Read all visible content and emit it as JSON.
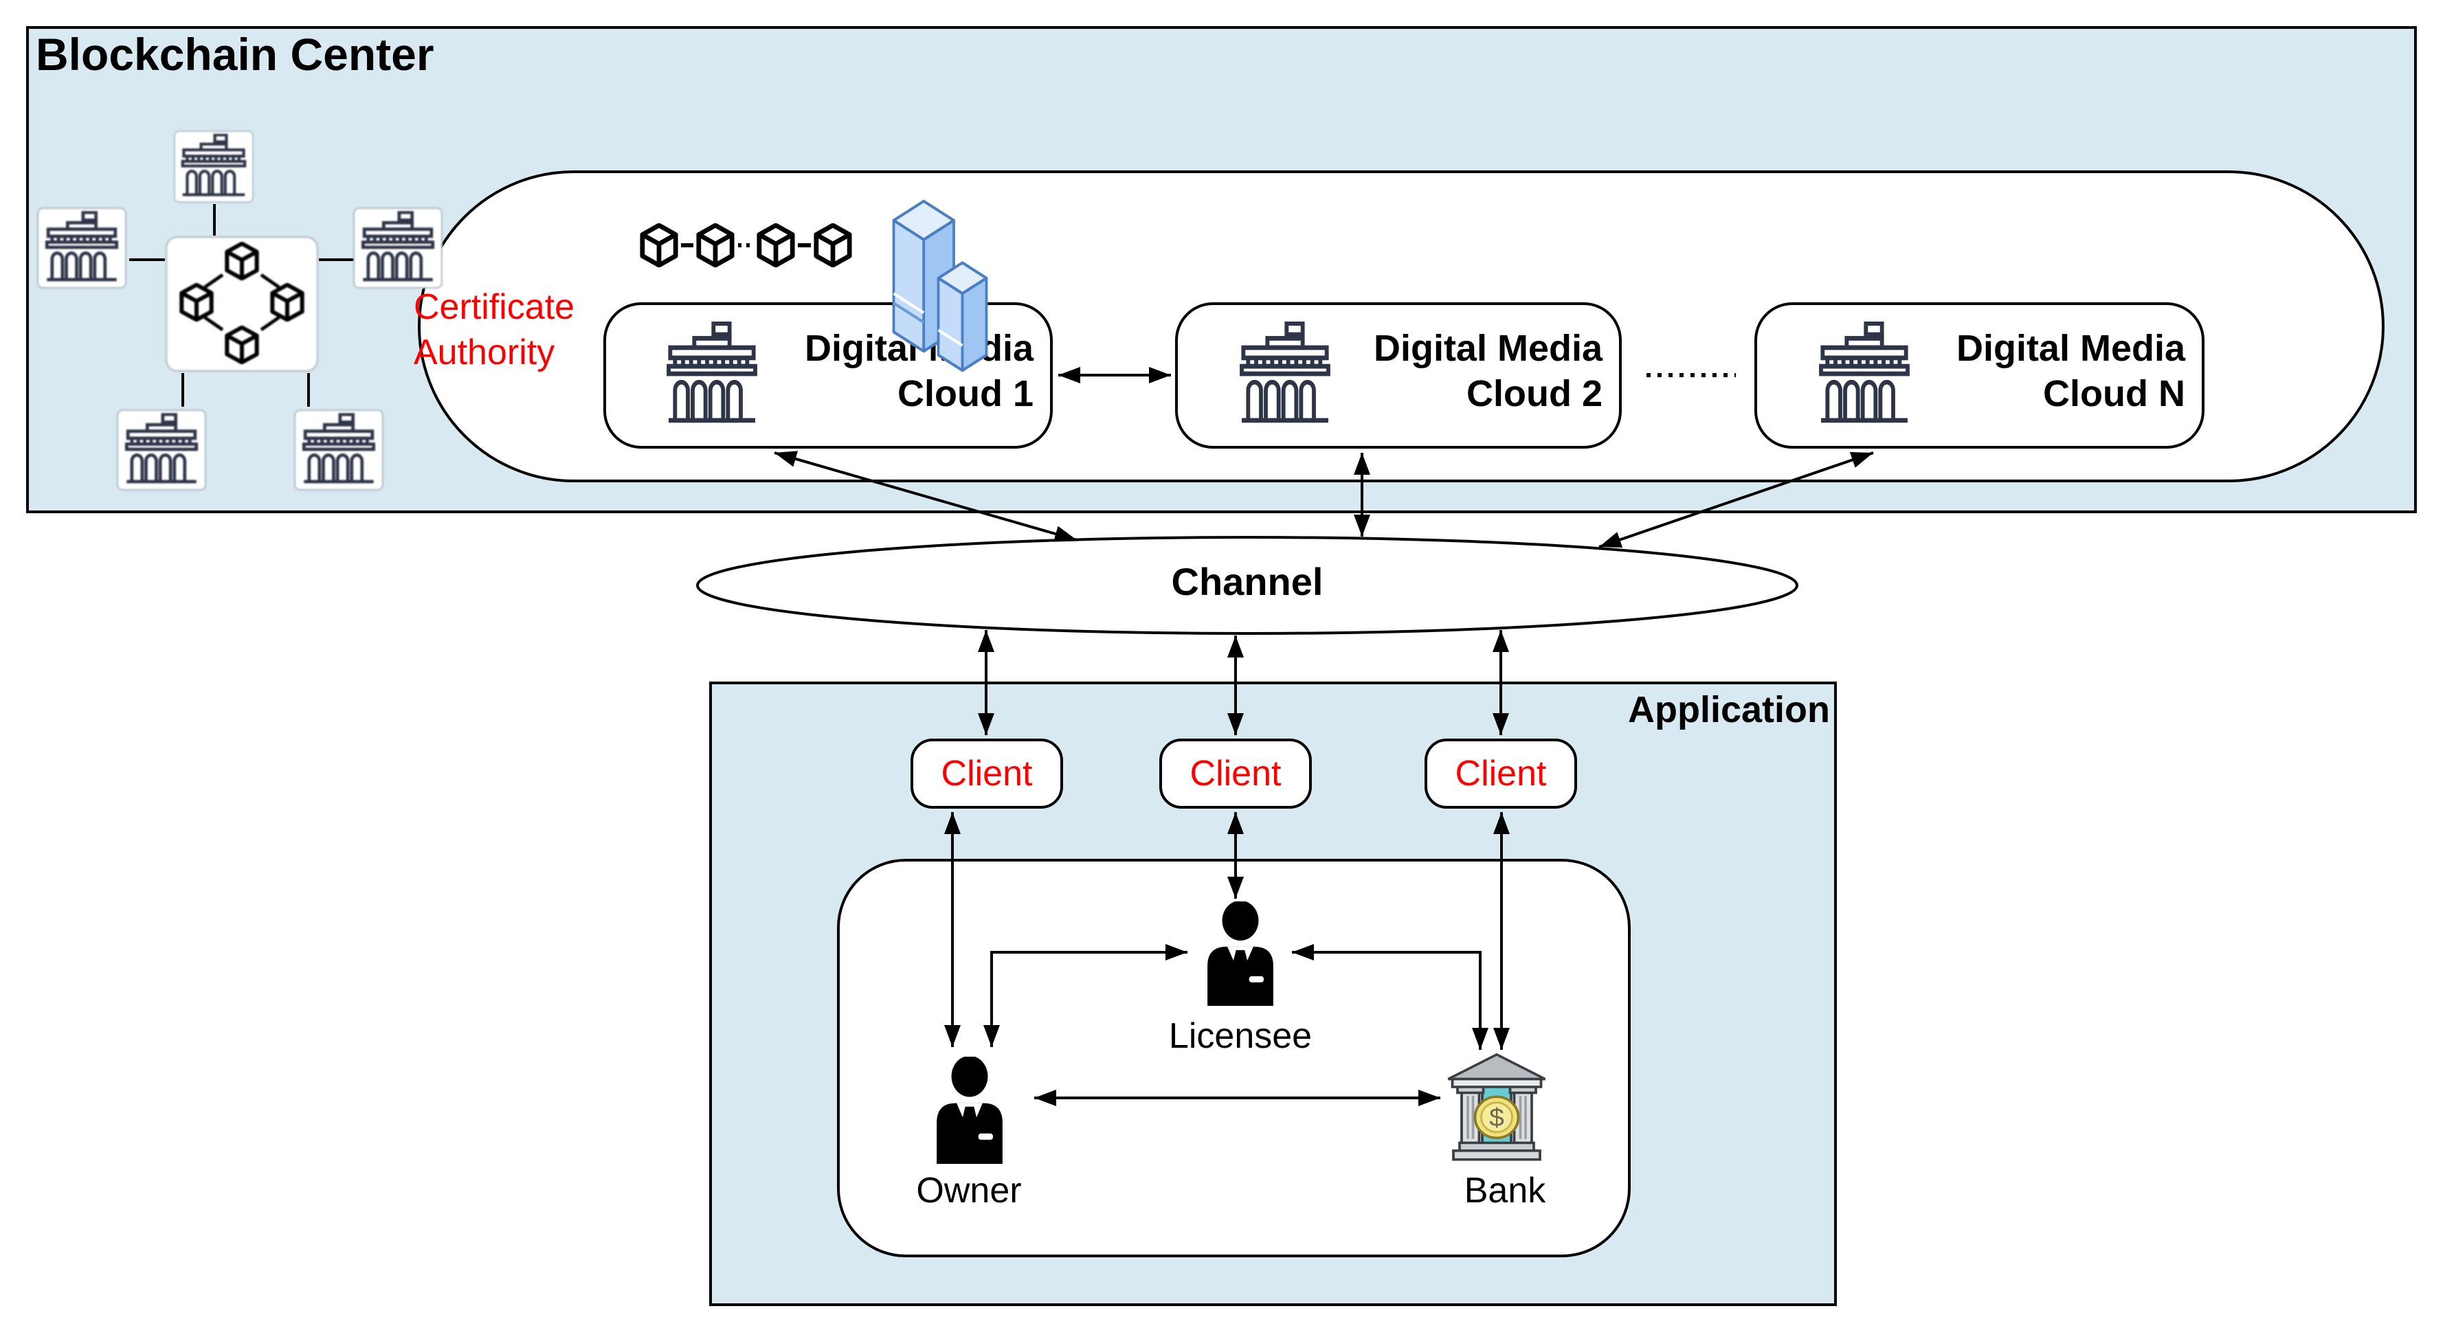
{
  "diagram": {
    "blockchain_center": {
      "title": "Blockchain Center",
      "certificate_authority_label": "Certificate Authority",
      "clouds": [
        {
          "line1": "Digital Media",
          "line2": "Cloud 1"
        },
        {
          "line1": "Digital Media",
          "line2": "Cloud 2"
        },
        {
          "line1": "Digital Media",
          "line2": "Cloud N"
        }
      ]
    },
    "channel": {
      "label": "Channel"
    },
    "application": {
      "title": "Application",
      "clients": [
        {
          "label": "Client"
        },
        {
          "label": "Client"
        },
        {
          "label": "Client"
        }
      ],
      "entities": {
        "licensee": "Licensee",
        "owner": "Owner",
        "bank": "Bank"
      }
    },
    "bank_coin_symbol": "$"
  },
  "colors": {
    "panel_blue": "#d9e9f1",
    "accent_red": "#ff0000",
    "line_black": "#000000",
    "icon_navy": "#2f3548",
    "server_blue": "#c3dcf9",
    "bank_teal": "#66ccd6",
    "coin_gold": "#f0e080"
  }
}
